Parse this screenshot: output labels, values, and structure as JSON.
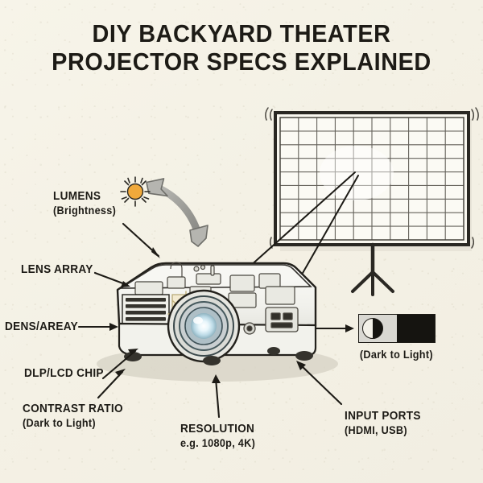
{
  "poster": {
    "title_line_1": "DIY BACKYARD THEATER",
    "title_line_2": "PROJECTOR SPECS EXPLAINED",
    "background_color": "#f6f3e7",
    "ink_color": "#1d1b16",
    "accent_color": "#f0a93b"
  },
  "callouts": {
    "lumens": {
      "primary": "LUMENS",
      "secondary": "(Brightness)",
      "icon": "sun-icon"
    },
    "lens_array": {
      "primary": "LENS ARRAY",
      "secondary": ""
    },
    "dens_areay": {
      "primary": "DENS/AREAY",
      "secondary": ""
    },
    "dlp_lcd_chip": {
      "primary": "DLP/LCD CHIP",
      "secondary": ""
    },
    "contrast_ratio": {
      "primary": "CONTRAST RATIO",
      "secondary": "(Dark to Light)"
    },
    "resolution": {
      "primary": "RESOLUTION",
      "secondary": "e.g. 1080p, 4K)"
    },
    "input_ports": {
      "primary": "INPUT PORTS",
      "secondary": "(HDMI, USB)"
    },
    "contrast_swatch": {
      "caption": "(Dark to Light)",
      "light_color": "#d9d8d2",
      "dark_color": "#151410"
    }
  },
  "illustration": {
    "projector": {
      "name": "projector-illustration",
      "lens_glow_color": "#cfe8f2",
      "lamp_glow_color": "#f7efc8",
      "body_color": "#f4f3ef"
    },
    "screen": {
      "name": "projection-screen",
      "grid_columns": 10,
      "grid_rows": 9,
      "stand": "tripod"
    },
    "beam_arrow": {
      "name": "curved-brightness-arrow",
      "color": "#9a9a95"
    }
  }
}
